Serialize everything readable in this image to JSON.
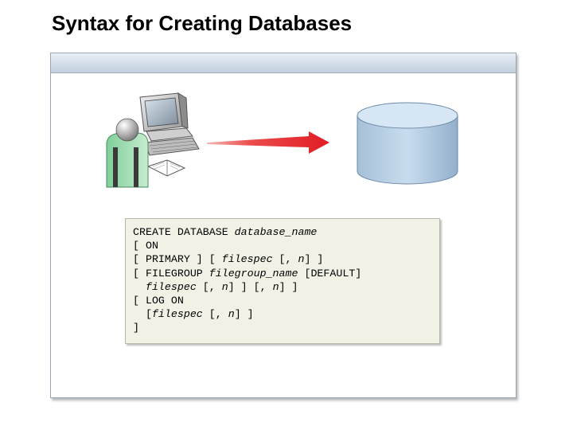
{
  "slide": {
    "title": "Syntax for Creating Databases"
  },
  "syntax": {
    "lines": [
      [
        {
          "t": "CREATE DATABASE "
        },
        {
          "t": "database_name",
          "i": true
        }
      ],
      [
        {
          "t": "[ ON"
        }
      ],
      [
        {
          "t": "[ PRIMARY ] [ "
        },
        {
          "t": "filespec",
          "i": true
        },
        {
          "t": " [, "
        },
        {
          "t": "n",
          "i": true
        },
        {
          "t": "] ]"
        }
      ],
      [
        {
          "t": "[ FILEGROUP "
        },
        {
          "t": "filegroup_name",
          "i": true
        },
        {
          "t": " [DEFAULT]"
        }
      ],
      [
        {
          "t": "  "
        },
        {
          "t": "filespec",
          "i": true
        },
        {
          "t": " [, "
        },
        {
          "t": "n",
          "i": true
        },
        {
          "t": "] ] [, "
        },
        {
          "t": "n",
          "i": true
        },
        {
          "t": "] ]"
        }
      ],
      [
        {
          "t": "[ LOG ON"
        }
      ],
      [
        {
          "t": "  ["
        },
        {
          "t": "filespec",
          "i": true
        },
        {
          "t": " [, "
        },
        {
          "t": "n",
          "i": true
        },
        {
          "t": "] ]"
        }
      ],
      [
        {
          "t": "]"
        }
      ]
    ]
  },
  "icons": {
    "user": "user-at-computer-icon",
    "arrow": "red-arrow-icon",
    "database": "database-cylinder-icon"
  },
  "colors": {
    "arrow": "#e8202a",
    "database_fill": "#bcd3e8",
    "code_bg": "#f1f1e6"
  }
}
